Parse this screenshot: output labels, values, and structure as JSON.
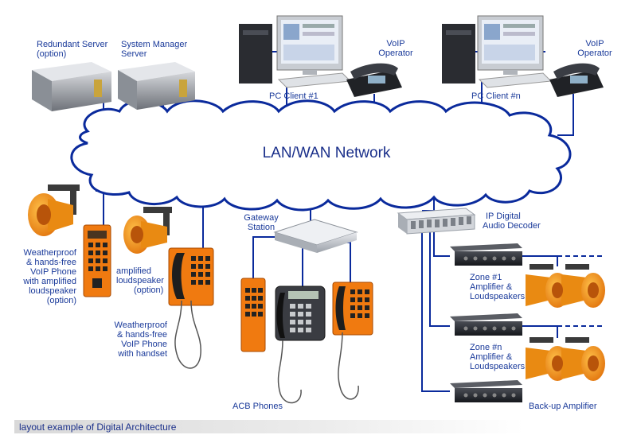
{
  "network": {
    "label": "LAN/WAN Network"
  },
  "servers": {
    "redundant": {
      "line1": "Redundant Server",
      "line2": "(option)"
    },
    "manager": {
      "line1": "System Manager",
      "line2": "Server"
    }
  },
  "clients": {
    "pc1": "PC Client #1",
    "pcn": "PC Client #n",
    "voip1": {
      "line1": "VoIP",
      "line2": "Operator"
    },
    "voipn": {
      "line1": "VoIP",
      "line2": "Operator"
    }
  },
  "devices": {
    "weatherproof_amp": [
      "Weatherproof",
      "& hands-free",
      "VoIP Phone",
      "with amplified",
      "loudspeaker",
      "(option)"
    ],
    "amplified": [
      "amplified",
      "loudspeaker",
      "(option)"
    ],
    "weatherproof_handset": [
      "Weatherproof",
      "& hands-free",
      "VoIP Phone",
      "with handset"
    ],
    "gateway": [
      "Gateway",
      "Station"
    ],
    "acb": "ACB Phones",
    "decoder": [
      "IP Digital",
      "Audio Decoder"
    ],
    "zone1": [
      "Zone #1",
      "Amplifier &",
      "Loudspeakers"
    ],
    "zonen": [
      "Zone #n",
      "Amplifier &",
      "Loudspeakers"
    ],
    "backup": "Back-up Amplifier"
  },
  "footer": {
    "caption": "layout example of Digital Architecture"
  },
  "colors": {
    "link": "#0a2a9c",
    "label": "#1a3a9a",
    "phone_orange": "#f07a10",
    "horn_orange": "#f39a1c"
  }
}
